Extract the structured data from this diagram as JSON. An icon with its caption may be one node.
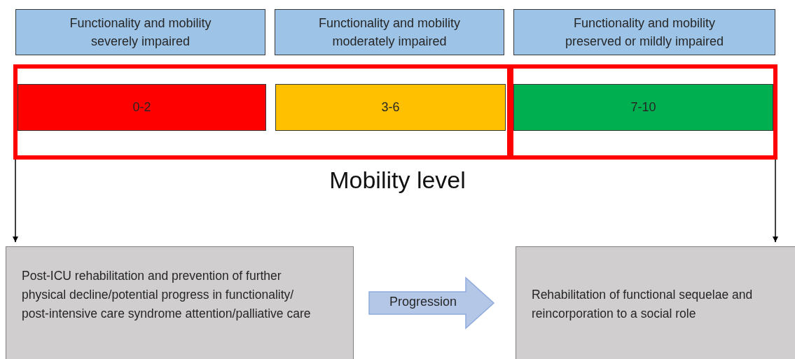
{
  "diagram": {
    "nodes": [
      {
        "text": [
          "Functionality and mobility severely impaired"
        ]
      },
      {
        "text": [
          "Functionality and mobility moderately impaired"
        ]
      },
      {
        "text": [
          "Functionality and mobility preserved or mildly impaired"
        ]
      },
      {
        "text": [],
        "shape": "box"
      },
      {
        "text": [],
        "shape": "box"
      },
      {
        "text": [
          "0-2"
        ],
        "in": 3
      },
      {
        "text": [
          "3-6"
        ],
        "in": 3
      },
      {
        "text": [
          "7-10"
        ],
        "in": 4
      },
      {
        "text": [
          "Post-ICU rehabilitation and prevention of further physical decline/potential progress in functionality/ post-intensive care syndrome attention/palliative care"
        ]
      },
      {
        "text": [
          "Rehabilitation of functional sequelae and reincorporation to a social role"
        ]
      }
    ],
    "edges": [
      {
        "from": 3,
        "to": 8,
        "arrow": "to"
      },
      {
        "from": 4,
        "to": 9,
        "arrow": "to"
      },
      {
        "from": 8,
        "to": 9,
        "arrow": "to",
        "label": "Progression",
        "style": "thick",
        "color": "#b4c7e7"
      }
    ],
    "labels": [
      "Mobility level"
    ]
  }
}
